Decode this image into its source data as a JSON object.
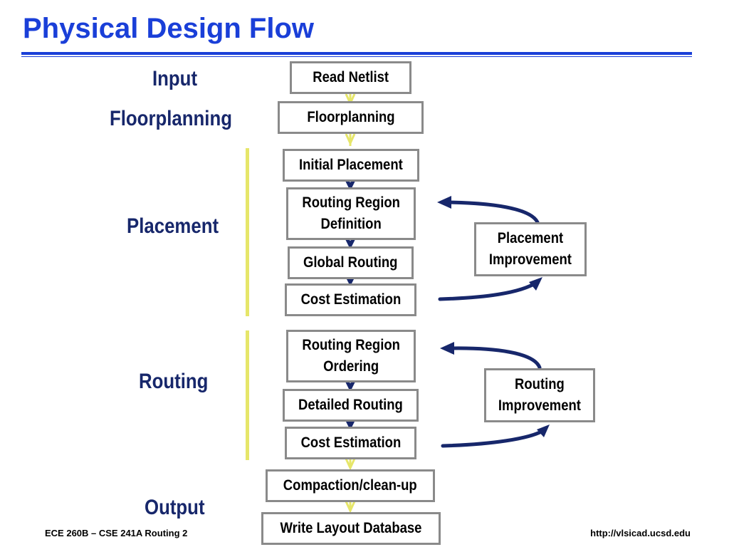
{
  "title": "Physical Design Flow",
  "stages": {
    "input": "Input",
    "floorplanning": "Floorplanning",
    "placement": "Placement",
    "routing": "Routing",
    "output": "Output"
  },
  "steps": {
    "read_netlist": "Read Netlist",
    "floorplanning": "Floorplanning",
    "initial_placement": "Initial Placement",
    "routing_region_definition": "Routing Region\nDefinition",
    "global_routing": "Global Routing",
    "cost_estimation_1": "Cost Estimation",
    "routing_region_ordering": "Routing Region\nOrdering",
    "detailed_routing": "Detailed Routing",
    "cost_estimation_2": "Cost Estimation",
    "compaction": "Compaction/clean-up",
    "write_layout": "Write Layout Database"
  },
  "loops": {
    "placement_improvement": "Placement\nImprovement",
    "routing_improvement": "Routing\nImprovement"
  },
  "colors": {
    "title": "#1a3fd8",
    "stage_label": "#17276b",
    "yellow_arrow": "#e6e66a",
    "dark_arrow": "#17276b",
    "box_border": "#8a8a8a"
  },
  "footer": {
    "left": "ECE 260B – CSE 241A Routing 2",
    "right": "http://vlsicad.ucsd.edu"
  }
}
